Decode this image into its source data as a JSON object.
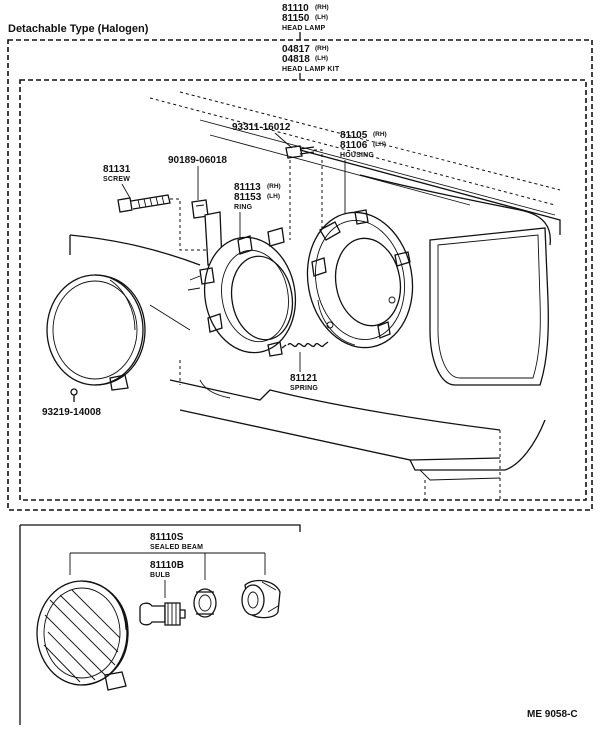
{
  "header": {
    "title": "Detachable Type (Halogen)"
  },
  "headlamp": {
    "rh": "81110",
    "lh": "81150",
    "rh_tag": "(RH)",
    "lh_tag": "(LH)",
    "name": "HEAD LAMP"
  },
  "kit": {
    "rh": "04817",
    "lh": "04818",
    "rh_tag": "(RH)",
    "lh_tag": "(LH)",
    "name": "HEAD LAMP KIT"
  },
  "parts": {
    "screw_top": {
      "number": "93311-16012"
    },
    "housing": {
      "rh": "81105",
      "lh": "81106",
      "rh_tag": "(RH)",
      "lh_tag": "(LH)",
      "name": "HOUSING"
    },
    "screw": {
      "number": "81131",
      "name": "SCREW"
    },
    "clip": {
      "number": "90189-06018"
    },
    "ring": {
      "rh": "81113",
      "lh": "81153",
      "rh_tag": "(RH)",
      "lh_tag": "(LH)",
      "name": "RING"
    },
    "spring": {
      "number": "81121",
      "name": "SPRING"
    },
    "screw_small": {
      "number": "93219-14008"
    },
    "sealed_beam": {
      "number": "81110S",
      "name": "SEALED BEAM"
    },
    "bulb": {
      "number": "81110B",
      "name": "BULB"
    }
  },
  "footer": {
    "code": "ME  9058-C"
  }
}
